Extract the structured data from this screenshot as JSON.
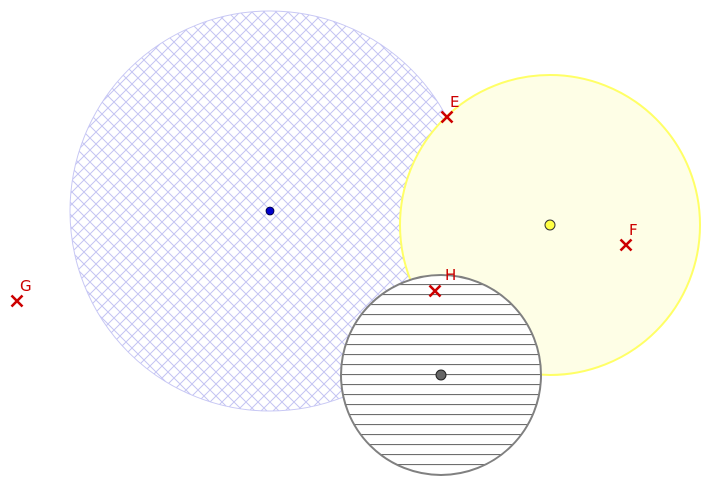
{
  "colors": {
    "background": "#ffffff",
    "blue_circle_stroke": "#c8c8f4",
    "blue_circle_hatch": "#c4c4f2",
    "blue_circle_fill": "#ffffff",
    "blue_center": "#0000cc",
    "yellow_circle_stroke": "#ffff66",
    "yellow_circle_fill": "#fefee6",
    "yellow_center": "#ffff44",
    "gray_circle_stroke": "#808080",
    "gray_circle_hatch": "#6e6e6e",
    "gray_center": "#666666",
    "point_marker": "#cc0000"
  },
  "points": [
    {
      "label": "E"
    },
    {
      "label": "F"
    },
    {
      "label": "G"
    },
    {
      "label": "H"
    }
  ]
}
